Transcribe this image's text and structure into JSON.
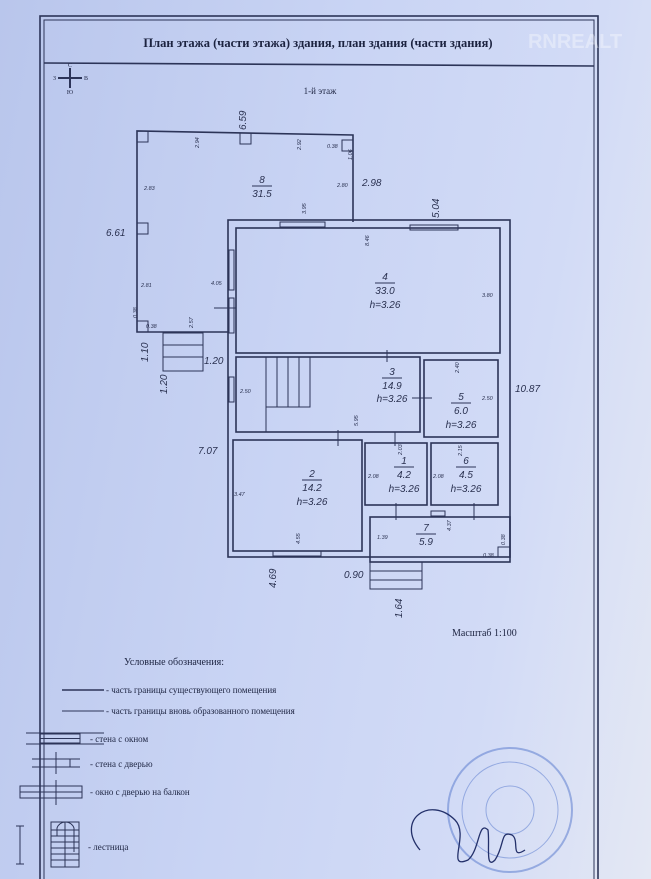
{
  "header": {
    "title": "План этажа (части этажа) здания, план здания (части здания)",
    "watermark": "RNREALT"
  },
  "compass": {
    "n": "С",
    "s": "Ю",
    "w": "З",
    "e": "В"
  },
  "floor_label": "1-й этаж",
  "rooms": [
    {
      "num": "8",
      "area": "31.5",
      "height": ""
    },
    {
      "num": "4",
      "area": "33.0",
      "height": "h=3.26"
    },
    {
      "num": "3",
      "area": "14.9",
      "height": "h=3.26"
    },
    {
      "num": "5",
      "area": "6.0",
      "height": "h=3.26"
    },
    {
      "num": "2",
      "area": "14.2",
      "height": "h=3.26"
    },
    {
      "num": "1",
      "area": "4.2",
      "height": "h=3.26"
    },
    {
      "num": "6",
      "area": "4.5",
      "height": "h=3.26"
    },
    {
      "num": "7",
      "area": "5.9",
      "height": ""
    }
  ],
  "outer_dims": [
    "6.59",
    "2.98",
    "5.04",
    "6.61",
    "10.87",
    "7.07",
    "4.69",
    "0.90",
    "1.64",
    "1.10",
    "1.20",
    "1.20"
  ],
  "inner_dims": [
    "2.94",
    "2.92",
    "0.38",
    "1.06",
    "2.83",
    "2.80",
    "3.95",
    "8.46",
    "4.05",
    "3.80",
    "2.81",
    "0.38",
    "0.38",
    "2.57",
    "2.50",
    "2.40",
    "2.50",
    "5.95",
    "2.03",
    "2.08",
    "2.08",
    "2.15",
    "3.47",
    "4.55",
    "1.39",
    "4.37",
    "0.38",
    "0.38"
  ],
  "scale": "Масштаб 1:100",
  "legend": {
    "title": "Условные обозначения:",
    "items": [
      "- часть границы существующего помещения",
      "- часть границы вновь образованного помещения",
      "- стена с окном",
      "- стена с дверью",
      "- окно с дверью на балкон",
      "- лестница"
    ]
  },
  "colors": {
    "paper": "#c9d4f4",
    "ink": "#2c3458",
    "stamp": "#5f7fd0"
  }
}
